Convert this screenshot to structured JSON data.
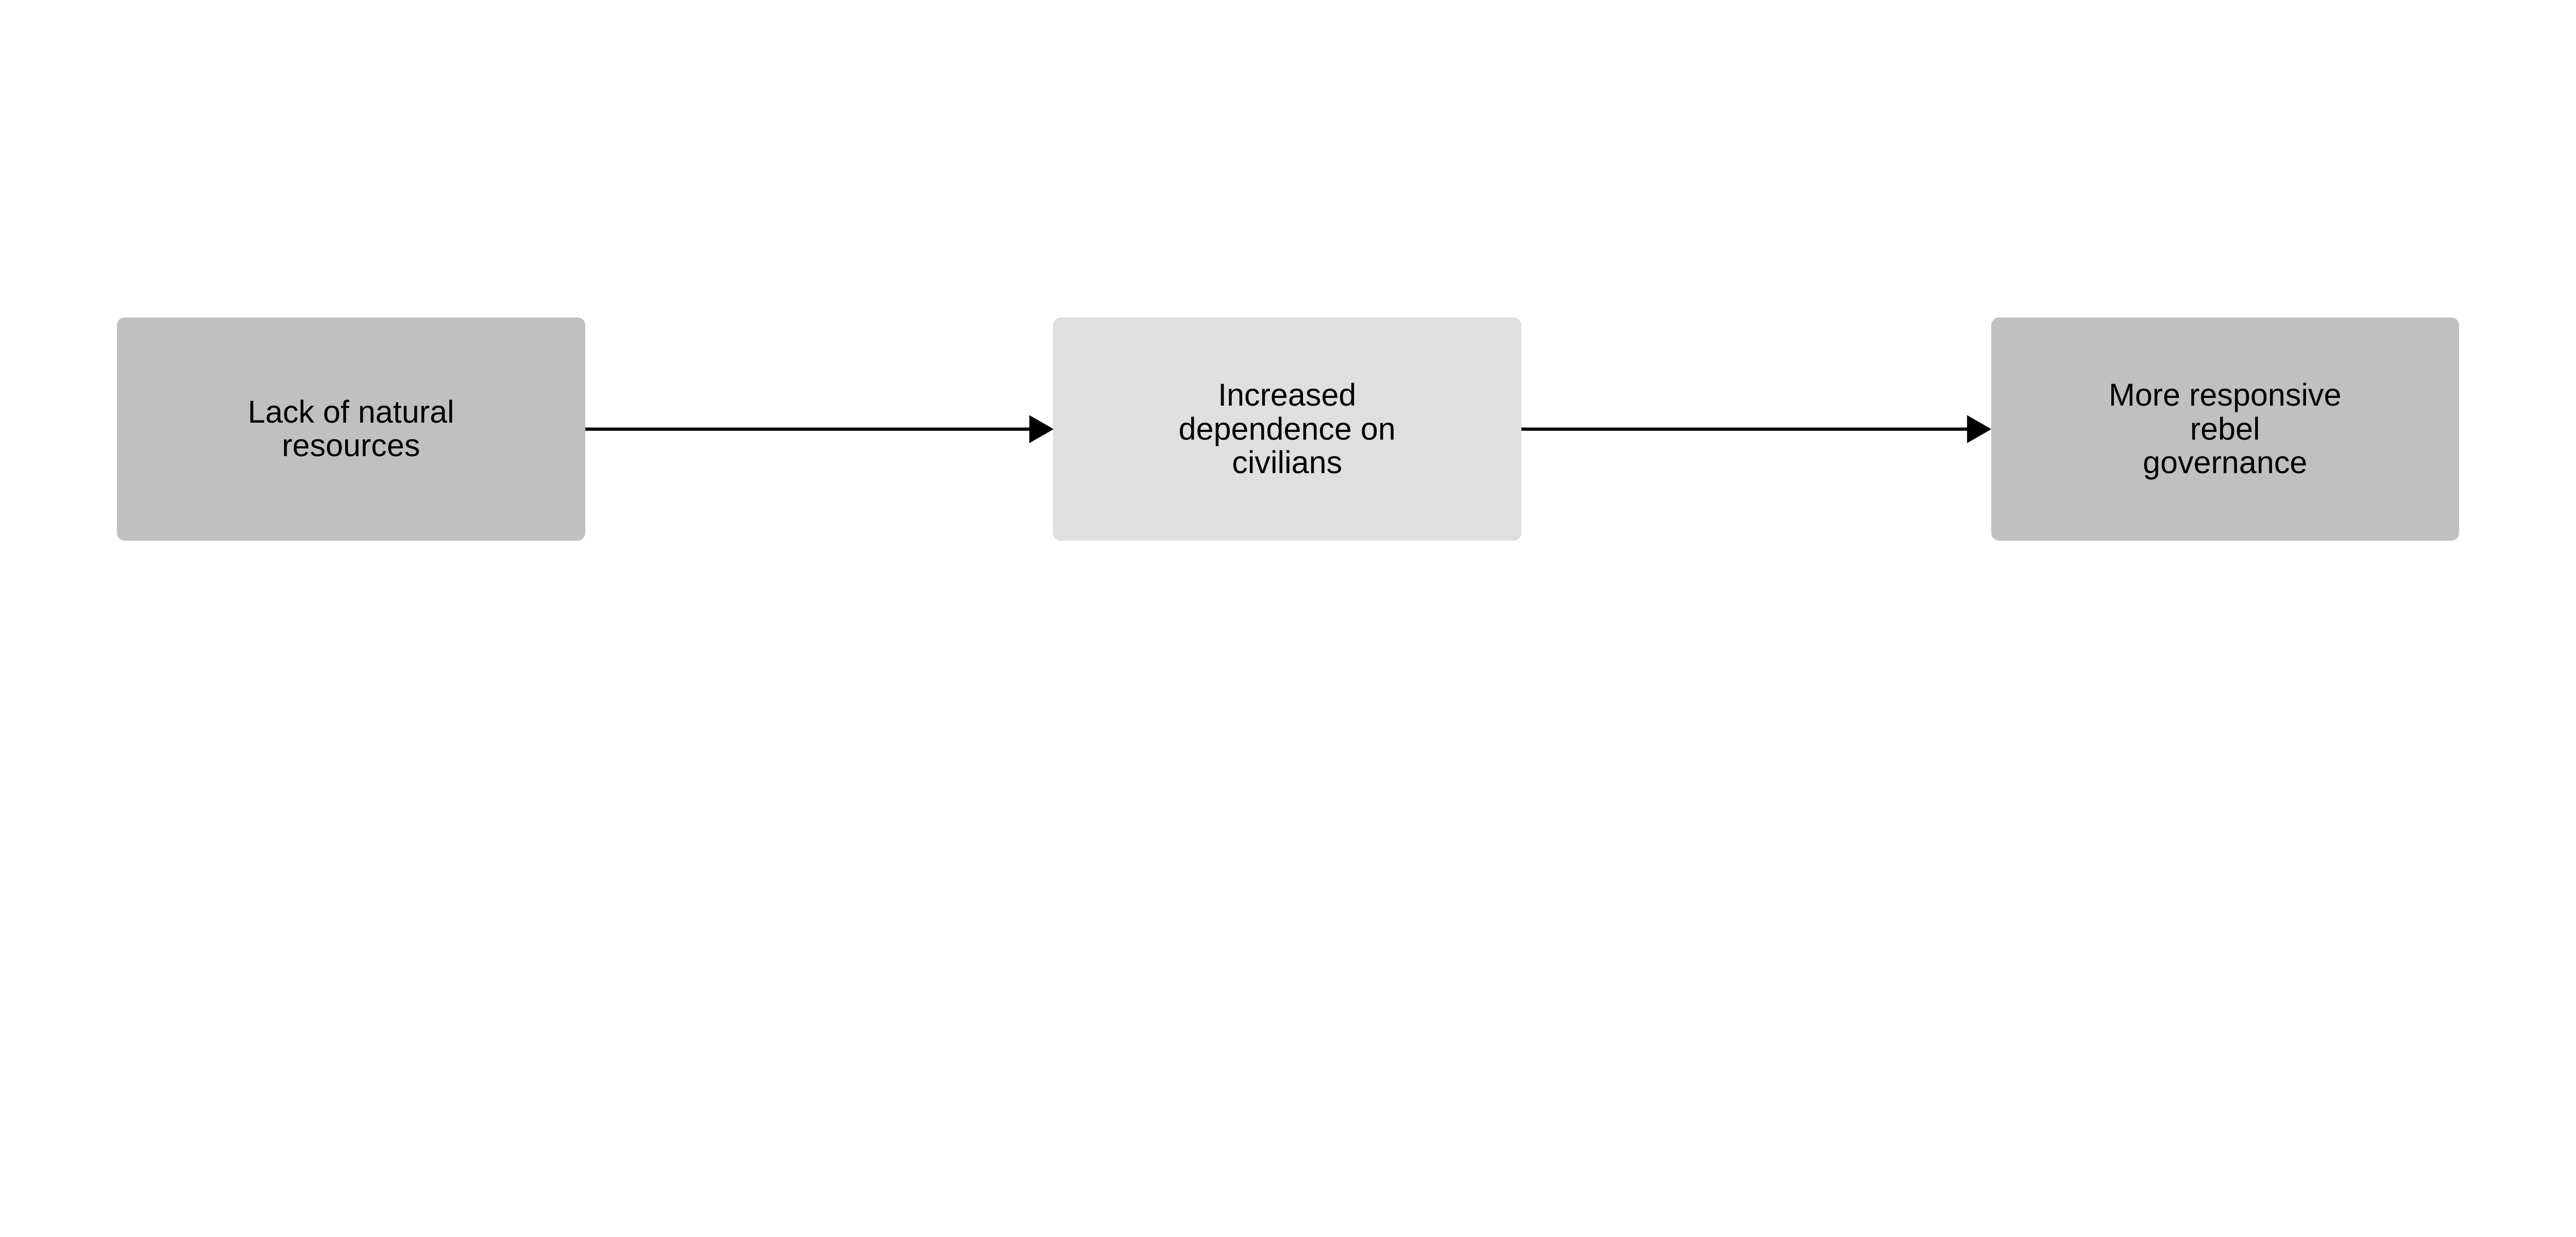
{
  "colors": {
    "dark_node": "#c0c0c0",
    "light_node": "#dfdfdf",
    "edge": "#000000"
  },
  "nodes": [
    {
      "id": "n1",
      "lines": [
        "Lack of natural",
        "resources"
      ],
      "fill": "#c0c0c0"
    },
    {
      "id": "n2",
      "lines": [
        "Increased",
        "dependence on",
        "civilians"
      ],
      "fill": "#dfdfdf"
    },
    {
      "id": "n3",
      "lines": [
        "More responsive",
        "rebel",
        "governance"
      ],
      "fill": "#c0c0c0"
    }
  ],
  "edges": [
    {
      "from": "n1",
      "to": "n2"
    },
    {
      "from": "n2",
      "to": "n3"
    }
  ]
}
